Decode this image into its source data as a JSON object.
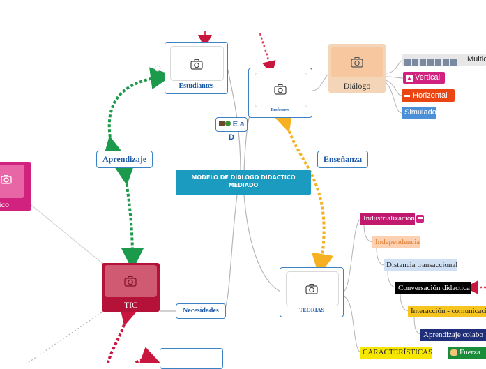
{
  "central": "MODELO DE DIALOGO DIDACTICO MEDIADO",
  "eadd": "E a D",
  "nodes": {
    "estudiantes": "Estudiantes",
    "profesores": "Profesores",
    "dialogo": "Diálogo",
    "aprendizaje": "Aprendizaje",
    "ensenanza": "Enseñanza",
    "tic": "TIC",
    "necesidades": "Necesidades",
    "teorias": "TEORIAS",
    "left_partial": "lico"
  },
  "dialogo_children": {
    "multi": "Multic",
    "vertical": "Vertical",
    "horizontal": "Horizontal",
    "simulado": "Simulado"
  },
  "teorias_children": {
    "industrializacion": "Industrialización",
    "independencia": "Independencia",
    "distancia": "Distancia transaccional",
    "conversacion": "Conversación didactica",
    "interaccion": "Interacción - comunicació",
    "aprendizaje_colab": "Aprendizaje  colabo",
    "caracteristicas": "CARACTERÍSTICAS",
    "fuerza": "Fuerza"
  },
  "colors": {
    "central": "#1a9bbf",
    "tic": "#b5123a",
    "left_node": "#d0227e",
    "dialogo": "#f5d5b8",
    "green_arrow": "#1a9a4a",
    "orange_arrow": "#f5b122",
    "red_arrow": "#c8163f"
  },
  "icons": [
    "camera-icon",
    "books-icon",
    "globe-icon",
    "thumbs-up-icon",
    "minus-icon",
    "menu-icon",
    "muscle-icon"
  ]
}
